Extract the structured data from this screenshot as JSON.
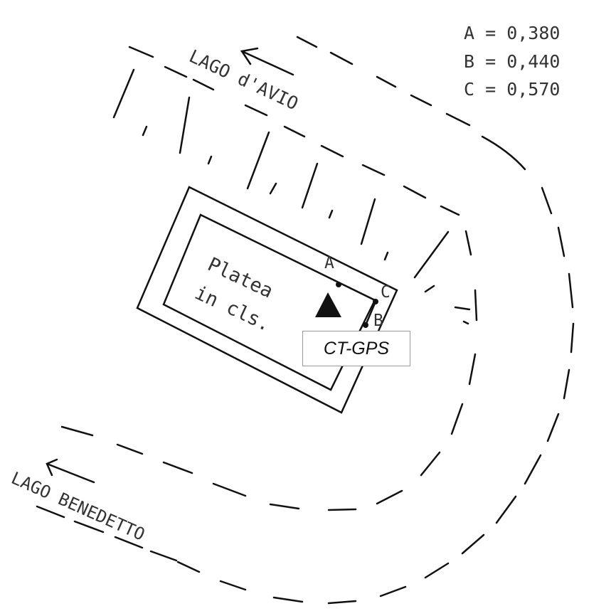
{
  "legend": [
    {
      "label": "A",
      "value": "A = 0,380"
    },
    {
      "label": "B",
      "value": "B = 0,440"
    },
    {
      "label": "C",
      "value": "C = 0,570"
    }
  ],
  "labels": {
    "lago_avio": "LAGO d'AVIO",
    "lago_benedetto": "LAGO BENEDETTO",
    "platea_line1": "Platea",
    "platea_line2": "in cls.",
    "point_a": "A",
    "point_b": "B",
    "point_c": "C"
  },
  "station": {
    "name": "CT-GPS",
    "icon": "triangle-marker-icon"
  },
  "colors": {
    "ink": "#111111",
    "text": "#333333",
    "box_border": "#9a9a9a"
  }
}
